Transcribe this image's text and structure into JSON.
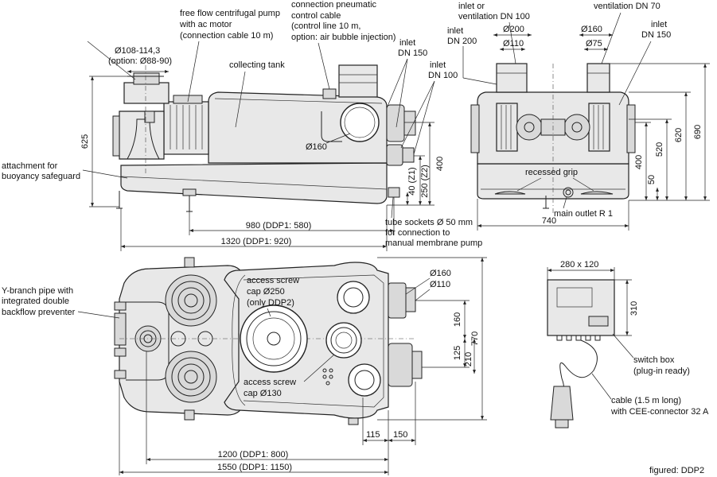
{
  "labels": {
    "pump": [
      "free flow centrifugal pump",
      "with ac motor",
      "(connection cable 10 m)"
    ],
    "pneumatic": [
      "connection pneumatic",
      "control cable",
      "(control line 10 m,",
      "option: air bubble injection)"
    ],
    "flange": [
      "Ø108-114,3",
      "(option: Ø88-90)"
    ],
    "collecting_tank": "collecting tank",
    "inlet150_side": [
      "inlet",
      "DN 150"
    ],
    "inlet100_side": [
      "inlet",
      "DN 100"
    ],
    "d160_side": "Ø160",
    "buoyancy": [
      "attachment for",
      "buoyancy safeguard"
    ],
    "tube_sockets": [
      "tube sockets Ø 50 mm",
      "for connection to",
      "manual membrane pump"
    ],
    "front_inlet_vent": [
      "inlet or",
      "ventilation DN 100"
    ],
    "front_inlet200": [
      "inlet",
      "DN 200"
    ],
    "front_vent70": "ventilation DN 70",
    "front_inlet150": [
      "inlet",
      "DN 150"
    ],
    "front_d200": "Ø200",
    "front_d110": "Ø110",
    "front_d160": "Ø160",
    "front_d75": "Ø75",
    "recessed_grip": "recessed grip",
    "main_outlet": "main outlet R 1",
    "ybranch": [
      "Y-branch pipe with",
      "integrated double",
      "backflow preventer"
    ],
    "access250": [
      "access screw",
      "cap Ø250",
      "(only DDP2)"
    ],
    "access130": [
      "access screw",
      "cap Ø130"
    ],
    "top_d160": "Ø160",
    "top_d110": "Ø110",
    "switch_box_size": "280 x 120",
    "switch_box": [
      "switch box",
      "(plug-in ready)"
    ],
    "cable": [
      "cable (1.5 m long)",
      "with CEE-connector 32 A"
    ],
    "figured": "figured: DDP2"
  },
  "dimensions": {
    "side_625": "625",
    "side_400": "400",
    "side_250": "250 (Z2)",
    "side_40": "40 (Z1)",
    "side_980": "980 (DDP1: 580)",
    "side_1320": "1320 (DDP1: 920)",
    "front_690": "690",
    "front_620": "620",
    "front_520": "520",
    "front_400": "400",
    "front_50": "50",
    "front_740": "740",
    "top_770": "770",
    "top_210": "210",
    "top_160": "160",
    "top_125": "125",
    "top_115": "115",
    "top_150": "150",
    "top_1200": "1200 (DDP1: 800)",
    "top_1550": "1550 (DDP1: 1150)",
    "box_310": "310"
  }
}
